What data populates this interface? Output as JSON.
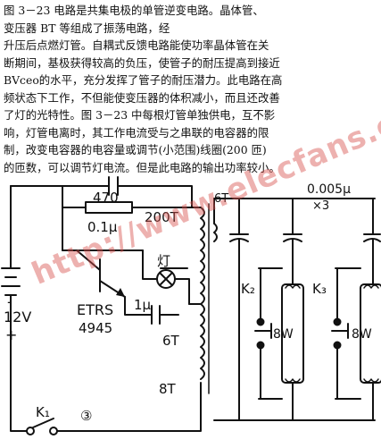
{
  "description": {
    "lines": [
      "图 3－23 电路是共集电极的单管逆变电路。晶体管、",
      "变压器 BT 等组成了振荡电路，经",
      "升压后点燃灯管。自耦式反馈电路能使功率晶体管在关",
      "断期间，基极获得较高的负压，使管子的耐压提高到接近",
      "BVceo的水平，充分发挥了管子的耐压潜力。此电路在高",
      "频状态下工作，不但能使变压器的体积减小，而且还改善",
      "了灯的光特性。图 3－23 中每根灯管单独供电，互不影",
      "响，灯管电离时，其工作电流受与之串联的电容器的限",
      "制，改变电容器的电容量或调节(小范围)线圈(200 匝)",
      "的匝数，可以调节灯电流。但是此电路的输出功率较小。"
    ]
  },
  "schematic": {
    "labels": {
      "cap_top": "0.1μ",
      "resistor": "470",
      "lamp": "灯",
      "cap_base": "1μ",
      "transistor_model": "ETRS",
      "transistor_number": "4945",
      "battery_minus": "-",
      "battery_voltage": "12V",
      "battery_plus": "+",
      "coil_top": "200T",
      "coil_right": "6T",
      "coil_mid": "6T",
      "coil_bottom": "8T",
      "cap_output": "0.005μ",
      "cap_count": "×3",
      "switch_k2": "K₂",
      "switch_k3": "K₃",
      "lamp_power_1": "8W",
      "lamp_power_2": "8W",
      "switch_k1": "K₁",
      "figure_mark": "③"
    }
  },
  "watermark": "http://www.elecfans.com",
  "colors": {
    "ink": "#111111",
    "watermark": "#d9534f"
  }
}
